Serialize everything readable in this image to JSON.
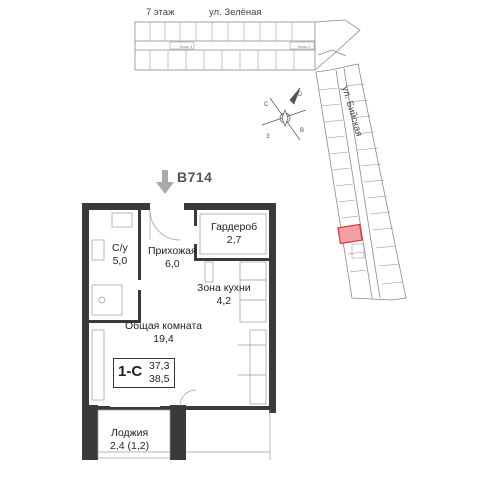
{
  "floor_label": "7 этаж",
  "street_top": "ул. Зелёная",
  "street_side": "ул. Бийская",
  "apartment_code": "В714",
  "apartment_type": "1-С",
  "area_total": "37,3",
  "area_with_loggia": "38,5",
  "rooms": [
    {
      "name": "С/у",
      "area": "5,0"
    },
    {
      "name": "Прихожая",
      "area": "6,0"
    },
    {
      "name": "Гардероб",
      "area": "2,7"
    },
    {
      "name": "Зона кухни",
      "area": "4,2"
    },
    {
      "name": "Общая комната",
      "area": "19,4"
    },
    {
      "name": "Лоджия",
      "area": "2,4 (1,2)"
    }
  ],
  "colors": {
    "wall": "#3a3a3a",
    "highlight": "#e0323b",
    "keyplan_line": "#8a8a8a",
    "watermark": "#e6e6e6"
  },
  "compass_icon": "compass-rose-icon",
  "arrow_icon": "down-arrow-icon"
}
